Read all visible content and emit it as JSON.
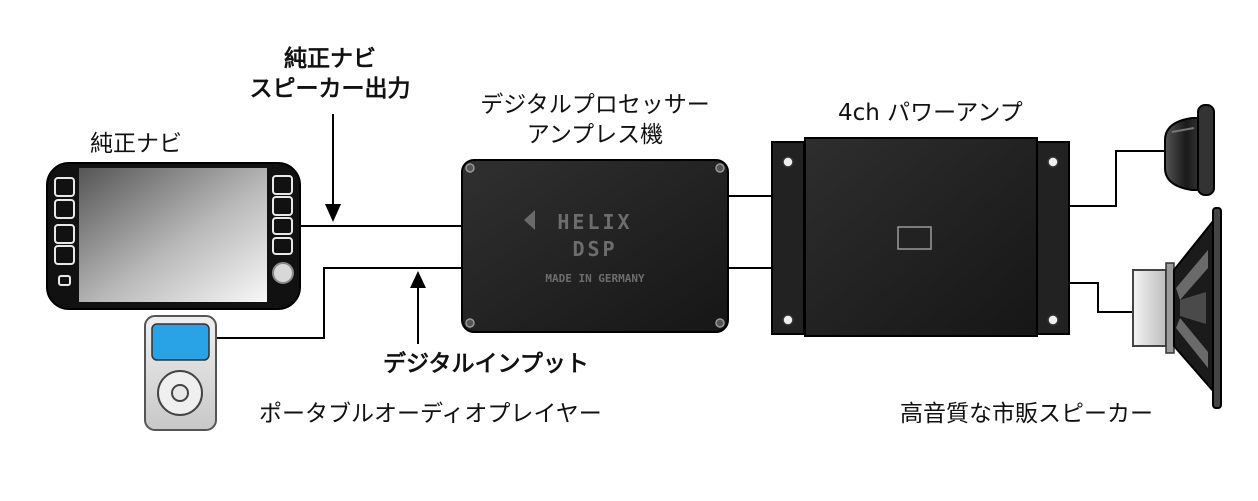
{
  "labels": {
    "nav_output_line1": "純正ナビ",
    "nav_output_line2": "スピーカー出力",
    "processor_line1": "デジタルプロセッサー",
    "processor_line2": "アンプレス機",
    "amp": "4ch パワーアンプ",
    "nav": "純正ナビ",
    "digital_input": "デジタルインプット",
    "portable_player": "ポータブルオーディオプレイヤー",
    "speakers": "高音質な市販スピーカー"
  },
  "dsp_box": {
    "brand": "HELIX",
    "model": "DSP",
    "origin": "MADE IN GERMANY"
  },
  "colors": {
    "device_dark": "#1c1c1c",
    "screen_gradient_start": "#5a5a5a",
    "screen_gradient_end": "#f5f5f5",
    "player_screen": "#29a3e6",
    "player_body": "#d9d9d9",
    "line": "#000000"
  }
}
